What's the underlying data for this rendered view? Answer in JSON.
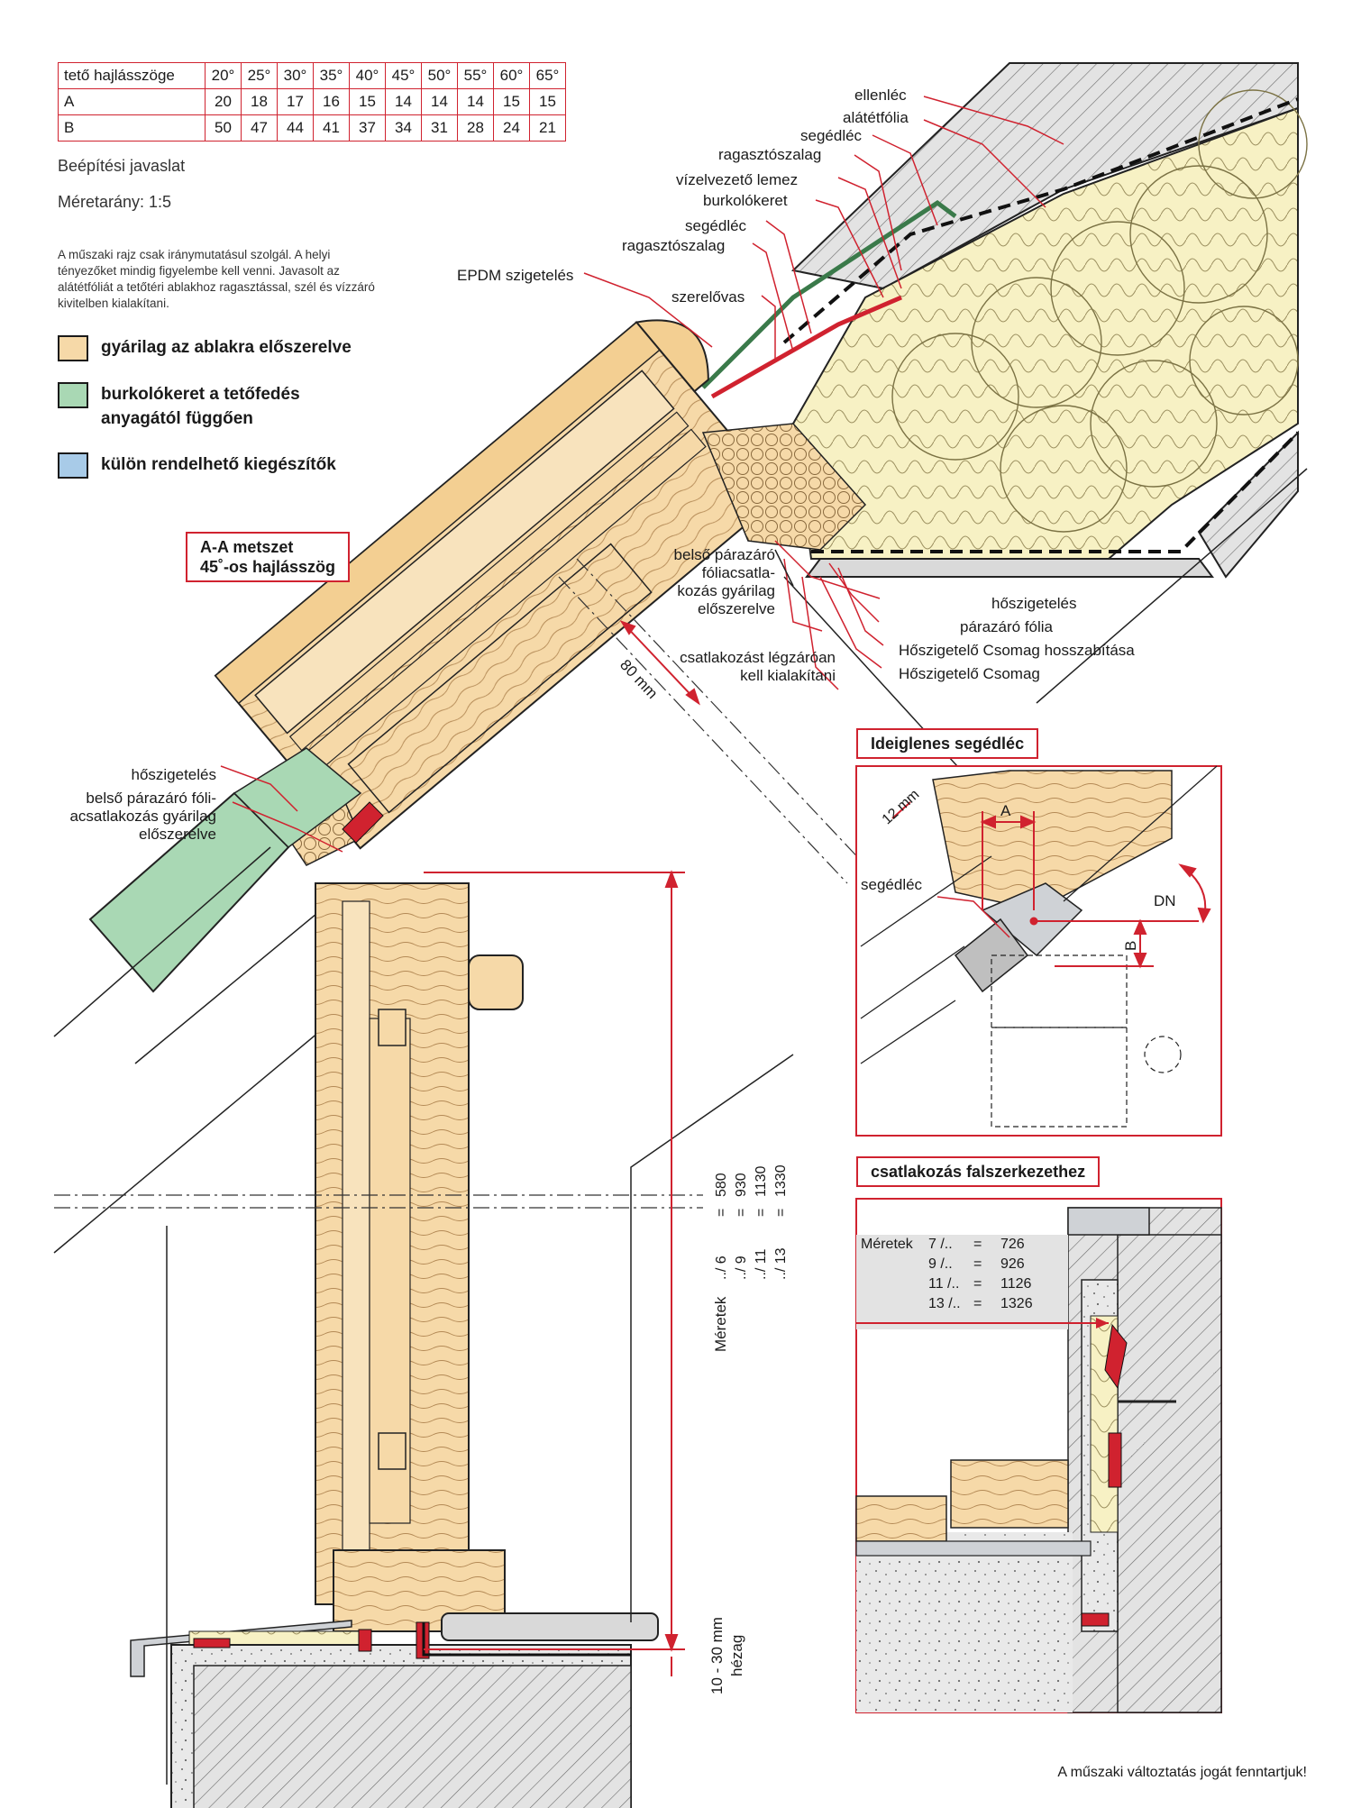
{
  "angle_table": {
    "header_label": "tető hajlásszöge",
    "angles": [
      "20°",
      "25°",
      "30°",
      "35°",
      "40°",
      "45°",
      "50°",
      "55°",
      "60°",
      "65°"
    ],
    "rows": [
      {
        "label": "A",
        "values": [
          "20",
          "18",
          "17",
          "16",
          "15",
          "14",
          "14",
          "14",
          "15",
          "15"
        ]
      },
      {
        "label": "B",
        "values": [
          "50",
          "47",
          "44",
          "41",
          "37",
          "34",
          "31",
          "28",
          "24",
          "21"
        ]
      }
    ]
  },
  "notes": {
    "install_title": "Beépítési javaslat",
    "scale": "Méretarány: 1:5",
    "disclaimer": "A műszaki rajz csak iránymutatásul szolgál. A helyi tényezőket mindig figyelembe kell venni. Javasolt az alátétfóliát a tetőtéri ablakhoz ragasztással, szél és vízzáró kivitelben kialakítani."
  },
  "legend": [
    {
      "text": "gyárilag az ablakra előszerelve",
      "color": "#f6d9a8"
    },
    {
      "text": "burkolókeret a tetőfedés anyagától függően",
      "color": "#a9d8b4"
    },
    {
      "text": "külön rendelhető kiegészítők",
      "color": "#a8cbe8"
    }
  ],
  "section": {
    "line1": "A-A metszet",
    "line2": "45˚-os hajlásszög"
  },
  "labels": {
    "ellenlec": "ellenléc",
    "alatetfolia": "alátétfólia",
    "segedlec1": "segédléc",
    "ragasztoszalag1": "ragasztószalag",
    "vizelvezeto": "vízelvezető lemez",
    "burkolokeret": "burkolókeret",
    "segedlec2": "segédléc",
    "ragasztoszalag2": "ragasztószalag",
    "epdm": "EPDM szigetelés",
    "szerelovas": "szerelővas",
    "belso_parazaro": "belső párazáró fóliacsatla- kozás gyárilag előszerelve",
    "csatlakozast": "csatlakozást légzáróan kell kialakítani",
    "hoszigeteles1": "hőszigetelés",
    "parazaro_folia": "párazáró fólia",
    "hcs_hossz": "Hőszigetelő Csomag hosszabítása",
    "hcs": "Hőszigetelő Csomag",
    "dim_80": "80 mm",
    "hoszigeteles2": "hőszigetelés",
    "belso_parazaro2": "belső párazáró fóli- acsatlakozás gyárilag előszerelve"
  },
  "right_dims": {
    "meretek": "Méretek",
    "rows": [
      {
        "size": "../ 6",
        "eq": "=",
        "value": "580"
      },
      {
        "size": "../ 9",
        "eq": "=",
        "value": "930"
      },
      {
        "size": "../ 11",
        "eq": "=",
        "value": "1130"
      },
      {
        "size": "../ 13",
        "eq": "=",
        "value": "1330"
      }
    ],
    "gap": "10 - 30 mm",
    "gap_label": "hézag"
  },
  "inset1": {
    "title": "Ideiglenes segédléc",
    "dim_12": "12 mm",
    "dim_A": "A",
    "dim_B": "B",
    "dim_DN": "DN",
    "segedlec": "segédléc"
  },
  "inset2": {
    "title": "csatlakozás falszerkezethez",
    "meretek": "Méretek",
    "rows": [
      {
        "size": "7 /..",
        "eq": "=",
        "value": "726"
      },
      {
        "size": "9 /..",
        "eq": "=",
        "value": "926"
      },
      {
        "size": "11 /..",
        "eq": "=",
        "value": "1126"
      },
      {
        "size": "13 /..",
        "eq": "=",
        "value": "1326"
      }
    ]
  },
  "footer": "A műszaki változtatás jogát fenntartjuk!"
}
